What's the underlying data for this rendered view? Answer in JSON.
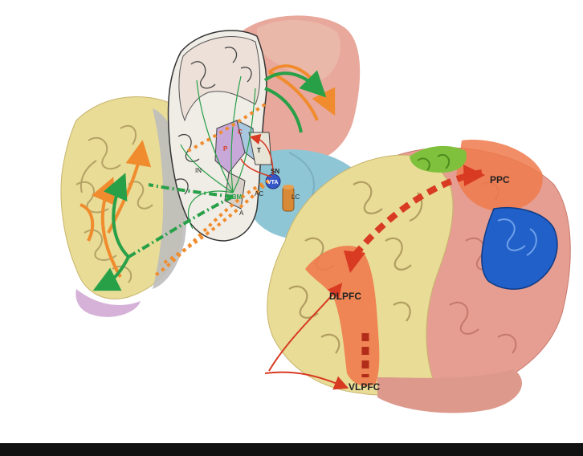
{
  "labels": {
    "ppc": "PPC",
    "dlpfc": "DLPFC",
    "vlpfc": "VLPFC",
    "sn": "SN",
    "vta": "VTA",
    "lc": "LC",
    "nbm": "NBM",
    "in": "IN",
    "ac": "AC",
    "a": "A",
    "t": "T",
    "c": "C",
    "p": "P"
  },
  "colors": {
    "frontal": "#e8dc96",
    "parietal": "#e59e91",
    "occipital_blue": "#2060c8",
    "sensorimotor_green": "#7fc13c",
    "dopamine_orange": "#f08c2e",
    "acetyl_green": "#27a048",
    "red_arrow": "#d83a22",
    "cerebellum_blue": "#8fc6d6",
    "background": "#ffffff",
    "bottom_bar": "#111111"
  }
}
